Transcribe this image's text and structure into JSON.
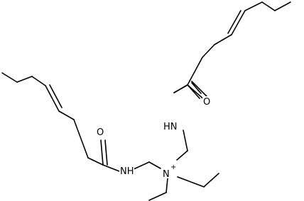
{
  "molecule": {
    "atoms": {
      "o_right": "O",
      "nh_right": "HN",
      "o_left": "O",
      "nh_left": "NH",
      "n_center": "N",
      "n_charge": "+"
    }
  }
}
